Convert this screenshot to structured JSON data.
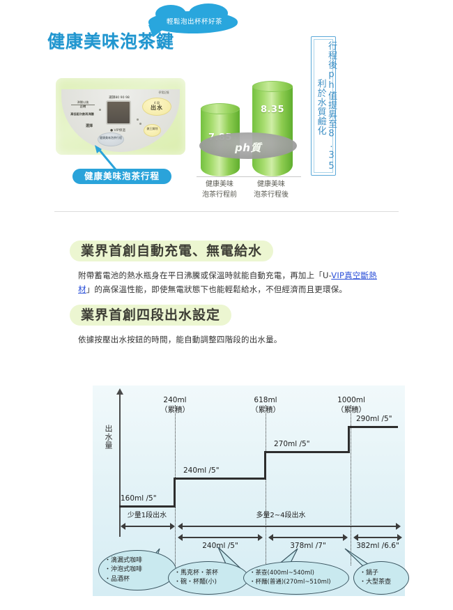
{
  "top": {
    "main_title": "健康美味泡茶鍵",
    "bubble_text": "輕鬆泡出杯杯好茶",
    "callout_pill": "健康美味泡茶行程",
    "panel": {
      "temp_row": "選擇80 90 98",
      "left_1a": "沸騰以後",
      "left_1b": "正明",
      "left_2": "高低配次數再沸騰",
      "left_3": "選擇",
      "vip_label": "● VIP保溫",
      "grey_button": "健康美味泡茶行程",
      "out_sub": "4 段",
      "out_main": "出水",
      "lock_button": "鎖王解除",
      "right_label": "停電記憶"
    },
    "vertical_note": "行程後ph值提昇至8.35利於水質鹼化"
  },
  "chart_data": [
    {
      "type": "bar",
      "title": "ph質",
      "categories": [
        "健康美味\n泡茶行程前",
        "健康美味\n泡茶行程後"
      ],
      "category_lines": [
        [
          "健康美味",
          "泡茶行程前"
        ],
        [
          "健康美味",
          "泡茶行程後"
        ]
      ],
      "values": [
        7.85,
        8.35
      ],
      "value_labels": [
        "7.85",
        "8.35"
      ],
      "center_label": "ph質",
      "ylabel": "ph",
      "xlabel": "",
      "ylim": [
        0,
        9
      ],
      "grid": false,
      "legend": "none",
      "bar_color": "#8ecd55"
    },
    {
      "type": "line",
      "subtype": "step",
      "title": "出水量 四段出水設定",
      "ylabel": "出水量",
      "xlabel": "",
      "grid": false,
      "legend": "none",
      "steps": [
        {
          "label": "160ml /5\"",
          "volume_ml": 160,
          "seconds": 5,
          "level": 1
        },
        {
          "label": "240ml /5\"",
          "volume_ml": 240,
          "seconds": 5,
          "level": 2
        },
        {
          "label": "270ml /5\"",
          "volume_ml": 270,
          "seconds": 5,
          "level": 3
        },
        {
          "label": "290ml /5\"",
          "volume_ml": 290,
          "seconds": 5,
          "level": 4
        }
      ],
      "cumulative": [
        {
          "value": "240ml",
          "note": "（累積）"
        },
        {
          "value": "618ml",
          "note": "（累積）"
        },
        {
          "value": "1000ml",
          "note": "（累積）"
        }
      ],
      "zones": [
        {
          "label": "少量1段出水"
        },
        {
          "label": "多量2~4段出水"
        }
      ],
      "segments": [
        {
          "label": "240ml /5\""
        },
        {
          "label": "378ml /7\""
        },
        {
          "label": "382ml /6.6\""
        }
      ],
      "usage_bubbles": [
        {
          "lines": [
            "・滴漏式咖啡",
            "・沖泡式咖啡",
            "・品酒杯"
          ]
        },
        {
          "lines": [
            "・馬克杯・茶杯",
            "・碗・杯麵(小)"
          ]
        },
        {
          "lines": [
            "・茶壺(400ml~540ml)",
            "・杯麵(普通)(270ml~510ml)"
          ]
        },
        {
          "lines": [
            "・鍋子",
            "・大型茶壺"
          ]
        }
      ]
    }
  ],
  "sections": [
    {
      "heading": "業界首創自動充電、無電給水",
      "body_pre": "附帶蓄電池的熱水瓶身在平日沸騰或保溫時就能自動充電，再加上「U-",
      "body_link": "VIP真空斷熱材",
      "body_post": "」的高保溫性能，即使無電狀態下也能輕鬆給水，不但經濟而且更環保。"
    },
    {
      "heading": "業界首創四段出水設定",
      "body": "依據按壓出水按鈕的時間，能自動調整四階段的出水量。"
    }
  ],
  "colors": {
    "brand_blue": "#2196cf",
    "accent_cyan": "#29a6dd",
    "green": "#8ecd55",
    "head_bg": "#ecf6d1",
    "diagram_bg": "#e4f3f7"
  }
}
